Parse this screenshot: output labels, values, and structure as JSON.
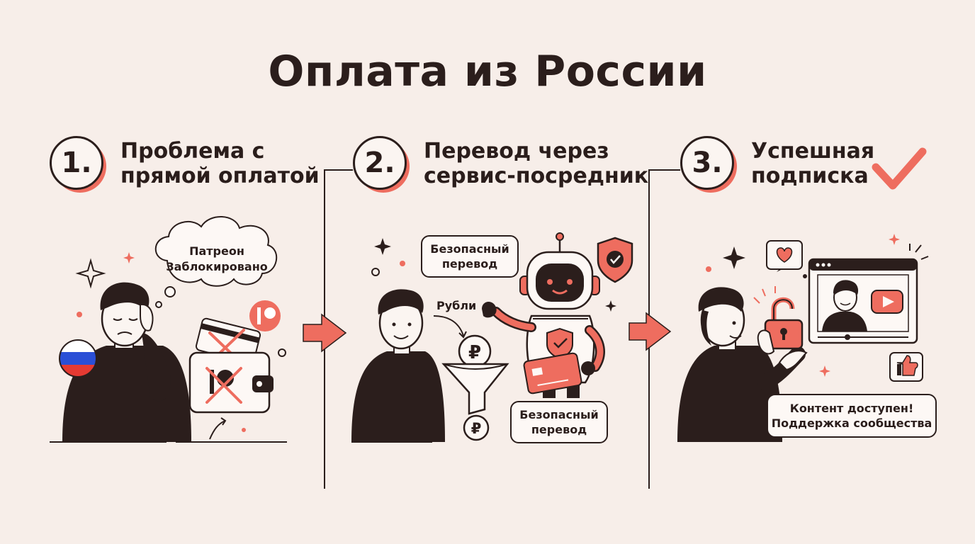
{
  "title": "Оплата из России",
  "colors": {
    "accent": "#ee6d5f",
    "ink": "#2b1e1c",
    "background": "#f7eee9"
  },
  "steps": [
    {
      "number": "1.",
      "lines": [
        "Проблема с",
        "прямой оплатой"
      ]
    },
    {
      "number": "2.",
      "lines": [
        "Перевод через",
        "сервис-посредник"
      ]
    },
    {
      "number": "3.",
      "lines": [
        "Успешная",
        "подписка"
      ]
    }
  ],
  "step1": {
    "thought_lines": [
      "Патреон",
      "Заблокировано"
    ]
  },
  "step2": {
    "bubble_top_lines": [
      "Безопасный",
      "перевод"
    ],
    "rubles_label": "Рубли",
    "bubble_bottom_lines": [
      "Безопасный",
      "перевод"
    ]
  },
  "step3": {
    "bubble_lines": [
      "Контент доступен!",
      "Поддержка сообщества"
    ]
  },
  "icons": [
    "russia-flag-icon",
    "patreon-icon",
    "wallet-icon",
    "card-icon",
    "robot-icon",
    "shield-check-icon",
    "ruble-coin-icon",
    "funnel-icon",
    "bank-card-icon",
    "padlock-open-icon",
    "heart-icon",
    "play-icon",
    "thumbs-up-icon",
    "check-mark-icon",
    "sparkle-icon",
    "arrow-right-icon"
  ]
}
